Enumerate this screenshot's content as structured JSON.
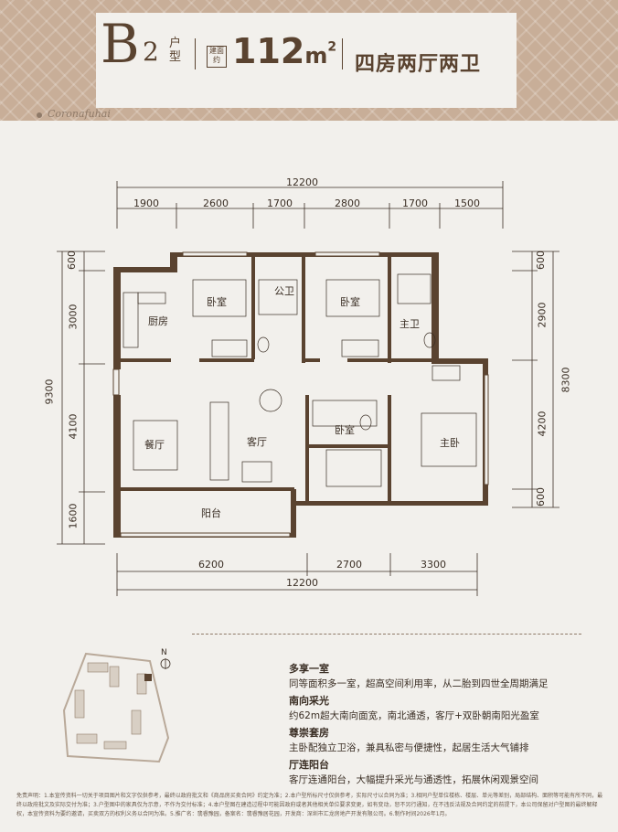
{
  "header": {
    "code_letter": "B",
    "code_number": "2",
    "unit_label": "户型",
    "area_label": "建面约",
    "area_value": "112",
    "area_unit": "m",
    "area_sup": "2",
    "description": "四房两厅两卫",
    "brand": "Coronafuhai"
  },
  "dimensions": {
    "top_total": "12200",
    "top_segments": [
      "1900",
      "2600",
      "1700",
      "2800",
      "1700",
      "1500"
    ],
    "bottom_segments": [
      "6200",
      "2700",
      "3300"
    ],
    "bottom_total": "12200",
    "left_total": "9300",
    "left_segments": [
      "600",
      "3000",
      "4100",
      "1600"
    ],
    "right_total": "8300",
    "right_segments": [
      "600",
      "2900",
      "4200",
      "600"
    ]
  },
  "rooms": {
    "kitchen": "厨房",
    "bedroom1": "卧室",
    "public_bath": "公卫",
    "bedroom2": "卧室",
    "master_bath": "主卫",
    "dining": "餐厅",
    "living": "客厅",
    "bedroom3": "卧室",
    "master_bedroom": "主卧",
    "balcony": "阳台"
  },
  "features": [
    {
      "title": "多享一室",
      "text": "同等面积多一室，超高空间利用率，从二胎到四世全周期满足"
    },
    {
      "title": "南向采光",
      "text": "约62m超大南向面宽，南北通透，客厅+双卧朝南阳光盈室"
    },
    {
      "title": "尊崇套房",
      "text": "主卧配独立卫浴，兼具私密与便捷性，起居生活大气铺排"
    },
    {
      "title": "厅连阳台",
      "text": "客厅连通阳台，大幅提升采光与通透性，拓展休闲观景空间"
    }
  ],
  "compass": "N",
  "disclaimer": "免责声明：1.本宣传资料一切关于项目图片和文字仅供参考，最终以政府批文和《商品房买卖合同》约定为准；2.本户型所标尺寸仅供参考，实际尺寸以合同为准；3.相同户型单位楼栋、楼层、单元等差别，局部结构、面积等可能有所不同，最终以政府批文及实际交付为准；3.户型图中的家具仅为示意，不作为交付标准；4.本户型图在建造过程中可能因政府或者其他相关单位要求变更，如有变动，恕不另行通知，在不违反法规及合同约定的前提下，本公司保留对户型图的最终解释权，本宣传资料为要约邀请，买卖双方的权利义务以合同为准。5.推广名：翡睿豫园，备案名：翡睿豫居花园，开发商：深圳市汇龙房地产开发有限公司。6.制作时间2026年1月。"
}
